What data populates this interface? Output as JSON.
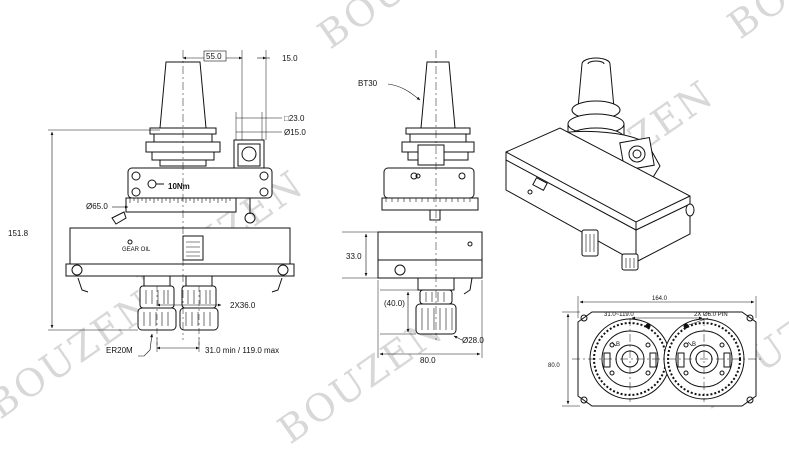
{
  "watermark": "BOUZEN",
  "front_view": {
    "dim_top_width": "55.0",
    "dim_top_offset": "15.0",
    "dim_square": "□23.0",
    "dim_diameter_shaft": "Ø15.0",
    "torque_label": "10Nm",
    "dim_diameter_ring": "Ø65.0",
    "dim_height": "151.8",
    "plate_label": "GEAR OIL",
    "dim_spacing": "2X36.0",
    "collet_label": "ER20M",
    "dim_range": "31.0 min / 119.0 max"
  },
  "side_view": {
    "taper_label": "BT30",
    "dim_height_lower": "33.0",
    "dim_collet_height": "(40.0)",
    "dim_collet_diameter": "Ø28.0",
    "dim_width": "80.0"
  },
  "bottom_view": {
    "dim_total_width": "164.0",
    "dim_range": "31.0~119.0",
    "dim_pin": "2X Ø6.0 PIN",
    "dim_height": "80.0",
    "section_label_a": "B",
    "section_label_b": "B"
  }
}
